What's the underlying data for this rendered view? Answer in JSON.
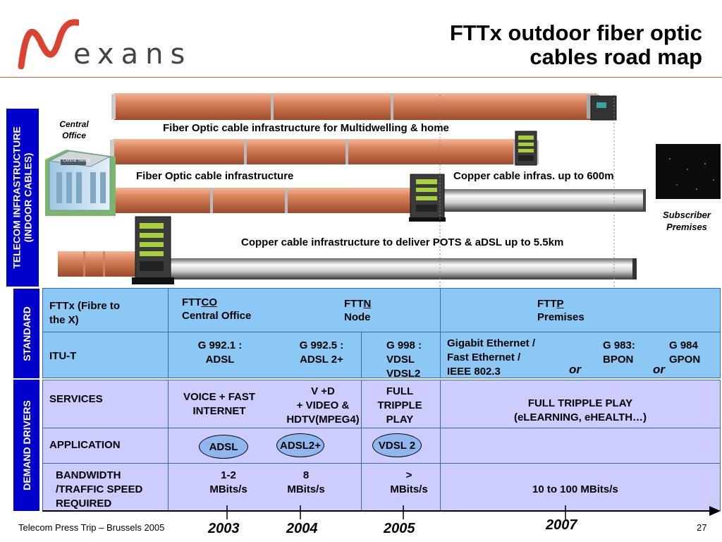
{
  "logo": {
    "letter": "N",
    "text": "exans"
  },
  "title": {
    "line1": "FTTx outdoor fiber optic",
    "line2": "cables road map"
  },
  "diagram": {
    "vertical_label_line1": "TELECOM INFRASTRUCTURE",
    "vertical_label_line2": "(INDOOR CABLES)",
    "central_office_line1": "Central",
    "central_office_line2": "Office",
    "building_sign": "Central Switch",
    "multidwelling_caption": "Fiber Optic cable infrastructure for Multidwelling & home",
    "fiber_infra_caption": "Fiber Optic cable infrastructure",
    "copper_600_caption": "Copper cable infras. up to 600m",
    "copper_pots_caption": "Copper cable infrastructure to deliver POTS & aDSL up to 5.5km",
    "subscriber_line1": "Subscriber",
    "subscriber_line2": "Premises"
  },
  "standard": {
    "tab_label": "STANDARD",
    "fttx_line1": "FTTx (Fibre to",
    "fttx_line2": "the X)",
    "fttco_prefix": "FTT",
    "fttco_suffix": "CO",
    "fttco_sub": "Central Office",
    "fttn_prefix": "FTT",
    "fttn_suffix": "N",
    "fttn_sub": "Node",
    "fttp_prefix": "FTT",
    "fttp_suffix": "P",
    "fttp_sub": "Premises",
    "itut_label": "ITU-T",
    "g9921_line1": "G 992.1 :",
    "g9921_line2": "ADSL",
    "g9925_line1": "G 992.5 :",
    "g9925_line2": "ADSL 2+",
    "g998_line1": "G 998 :",
    "g998_line2": "VDSL",
    "g998_line3": "VDSL2",
    "gig_line1": "Gigabit Ethernet /",
    "gig_line2": "Fast Ethernet  /",
    "gig_line3": "IEEE 802.3",
    "or1": "or",
    "g983_line1": "G 983:",
    "g983_line2": "BPON",
    "or2": "or",
    "g984_line1": "G 984",
    "g984_line2": "GPON"
  },
  "demand": {
    "tab_label": "DEMAND DRIVERS",
    "services_label": "SERVICES",
    "voice_line1": "VOICE + FAST",
    "voice_line2": "INTERNET",
    "vd_line1": "V +D",
    "vd_line2": "+ VIDEO &",
    "vd_line3": "HDTV(MPEG4)",
    "full_line1": "FULL",
    "full_line2": "TRIPPLE",
    "full_line3": "PLAY",
    "ftp_line1": "FULL TRIPPLE PLAY",
    "ftp_line2": "(eLEARNING, eHEALTH…)",
    "application_label": "APPLICATION",
    "app_adsl": "ADSL",
    "app_adsl2": "ADSL2+",
    "app_vdsl2": "VDSL 2",
    "bw_line1": "BANDWIDTH",
    "bw_line2": "/TRAFFIC SPEED",
    "bw_line3": "REQUIRED",
    "bw1_line1": "1-2",
    "bw1_line2": "MBits/s",
    "bw8_line1": "8",
    "bw8_line2": "MBits/s",
    "bwgt_line1": ">",
    "bwgt_line2": "MBits/s",
    "bw100": "10 to 100 MBits/s"
  },
  "timeline": {
    "y2003": "2003",
    "y2004": "2004",
    "y2005": "2005",
    "y2007": "2007"
  },
  "footer": {
    "text": "Telecom Press Trip – Brussels 2005",
    "page": "27"
  },
  "colors": {
    "brand_red": "#e05a40",
    "tab_blue": "#0000cc",
    "standard_bg": "#8cc8f5",
    "demand_bg": "#ccccff",
    "pipe_orange": "#d97b55"
  }
}
